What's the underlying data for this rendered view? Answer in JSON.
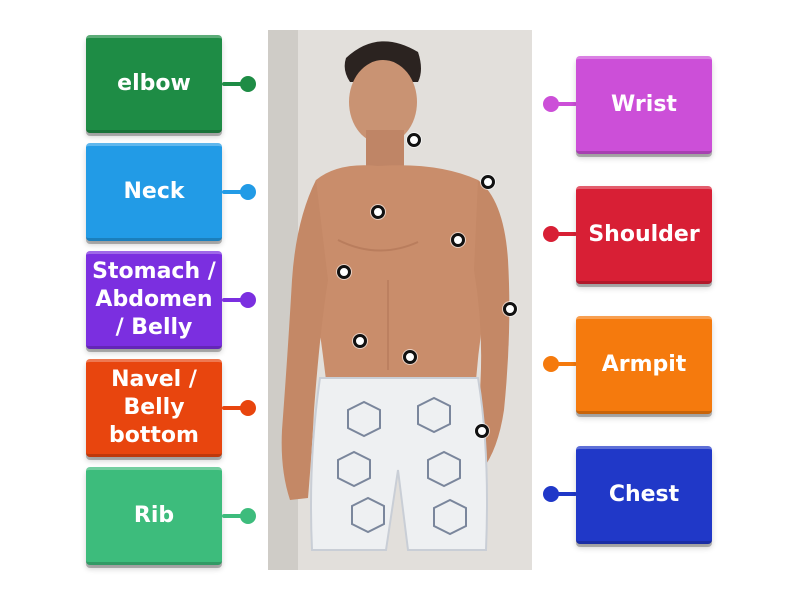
{
  "labels_left": [
    {
      "text": "elbow",
      "color": "#1e8c45"
    },
    {
      "text": "Neck",
      "color": "#229be6"
    },
    {
      "text": "Stomach / Abdomen / Belly",
      "color": "#7b2fe0"
    },
    {
      "text": "Navel / Belly bottom",
      "color": "#e8450e"
    },
    {
      "text": "Rib",
      "color": "#3dbc7c"
    }
  ],
  "labels_right": [
    {
      "text": "Wrist",
      "color": "#cc4fd8"
    },
    {
      "text": "Shoulder",
      "color": "#d81f35"
    },
    {
      "text": "Armpit",
      "color": "#f57a0d"
    },
    {
      "text": "Chest",
      "color": "#2038c8"
    }
  ]
}
